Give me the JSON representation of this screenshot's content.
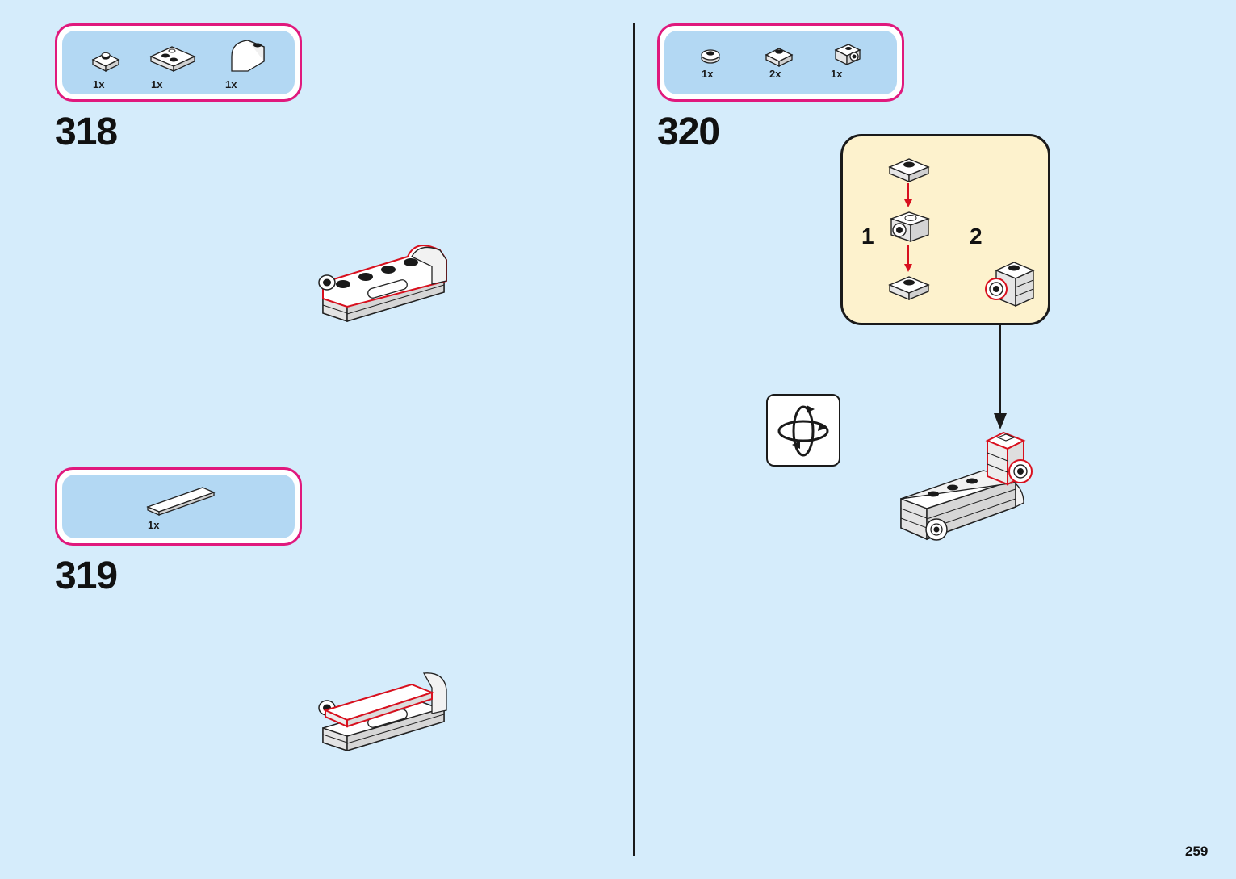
{
  "page": {
    "number": "259"
  },
  "steps": [
    {
      "number": "318",
      "parts": [
        {
          "name": "plate-1x1",
          "qty": "1x"
        },
        {
          "name": "plate-modified-2x2",
          "qty": "1x"
        },
        {
          "name": "slope-curved",
          "qty": "1x"
        }
      ]
    },
    {
      "number": "319",
      "parts": [
        {
          "name": "tile-1x6",
          "qty": "1x"
        }
      ]
    },
    {
      "number": "320",
      "parts": [
        {
          "name": "plate-round-1x1",
          "qty": "1x"
        },
        {
          "name": "plate-1x1",
          "qty": "2x"
        },
        {
          "name": "brick-1x1-with-stud-on-side",
          "qty": "1x"
        }
      ],
      "substeps": [
        "1",
        "2"
      ]
    }
  ],
  "icons": {
    "rotate": "rotate-model-icon"
  },
  "colors": {
    "background": "#d5ecfb",
    "parts_panel": "#b3d8f3",
    "parts_border": "#e0197d",
    "callout": "#fdf2cd",
    "highlight": "#d8101e"
  }
}
